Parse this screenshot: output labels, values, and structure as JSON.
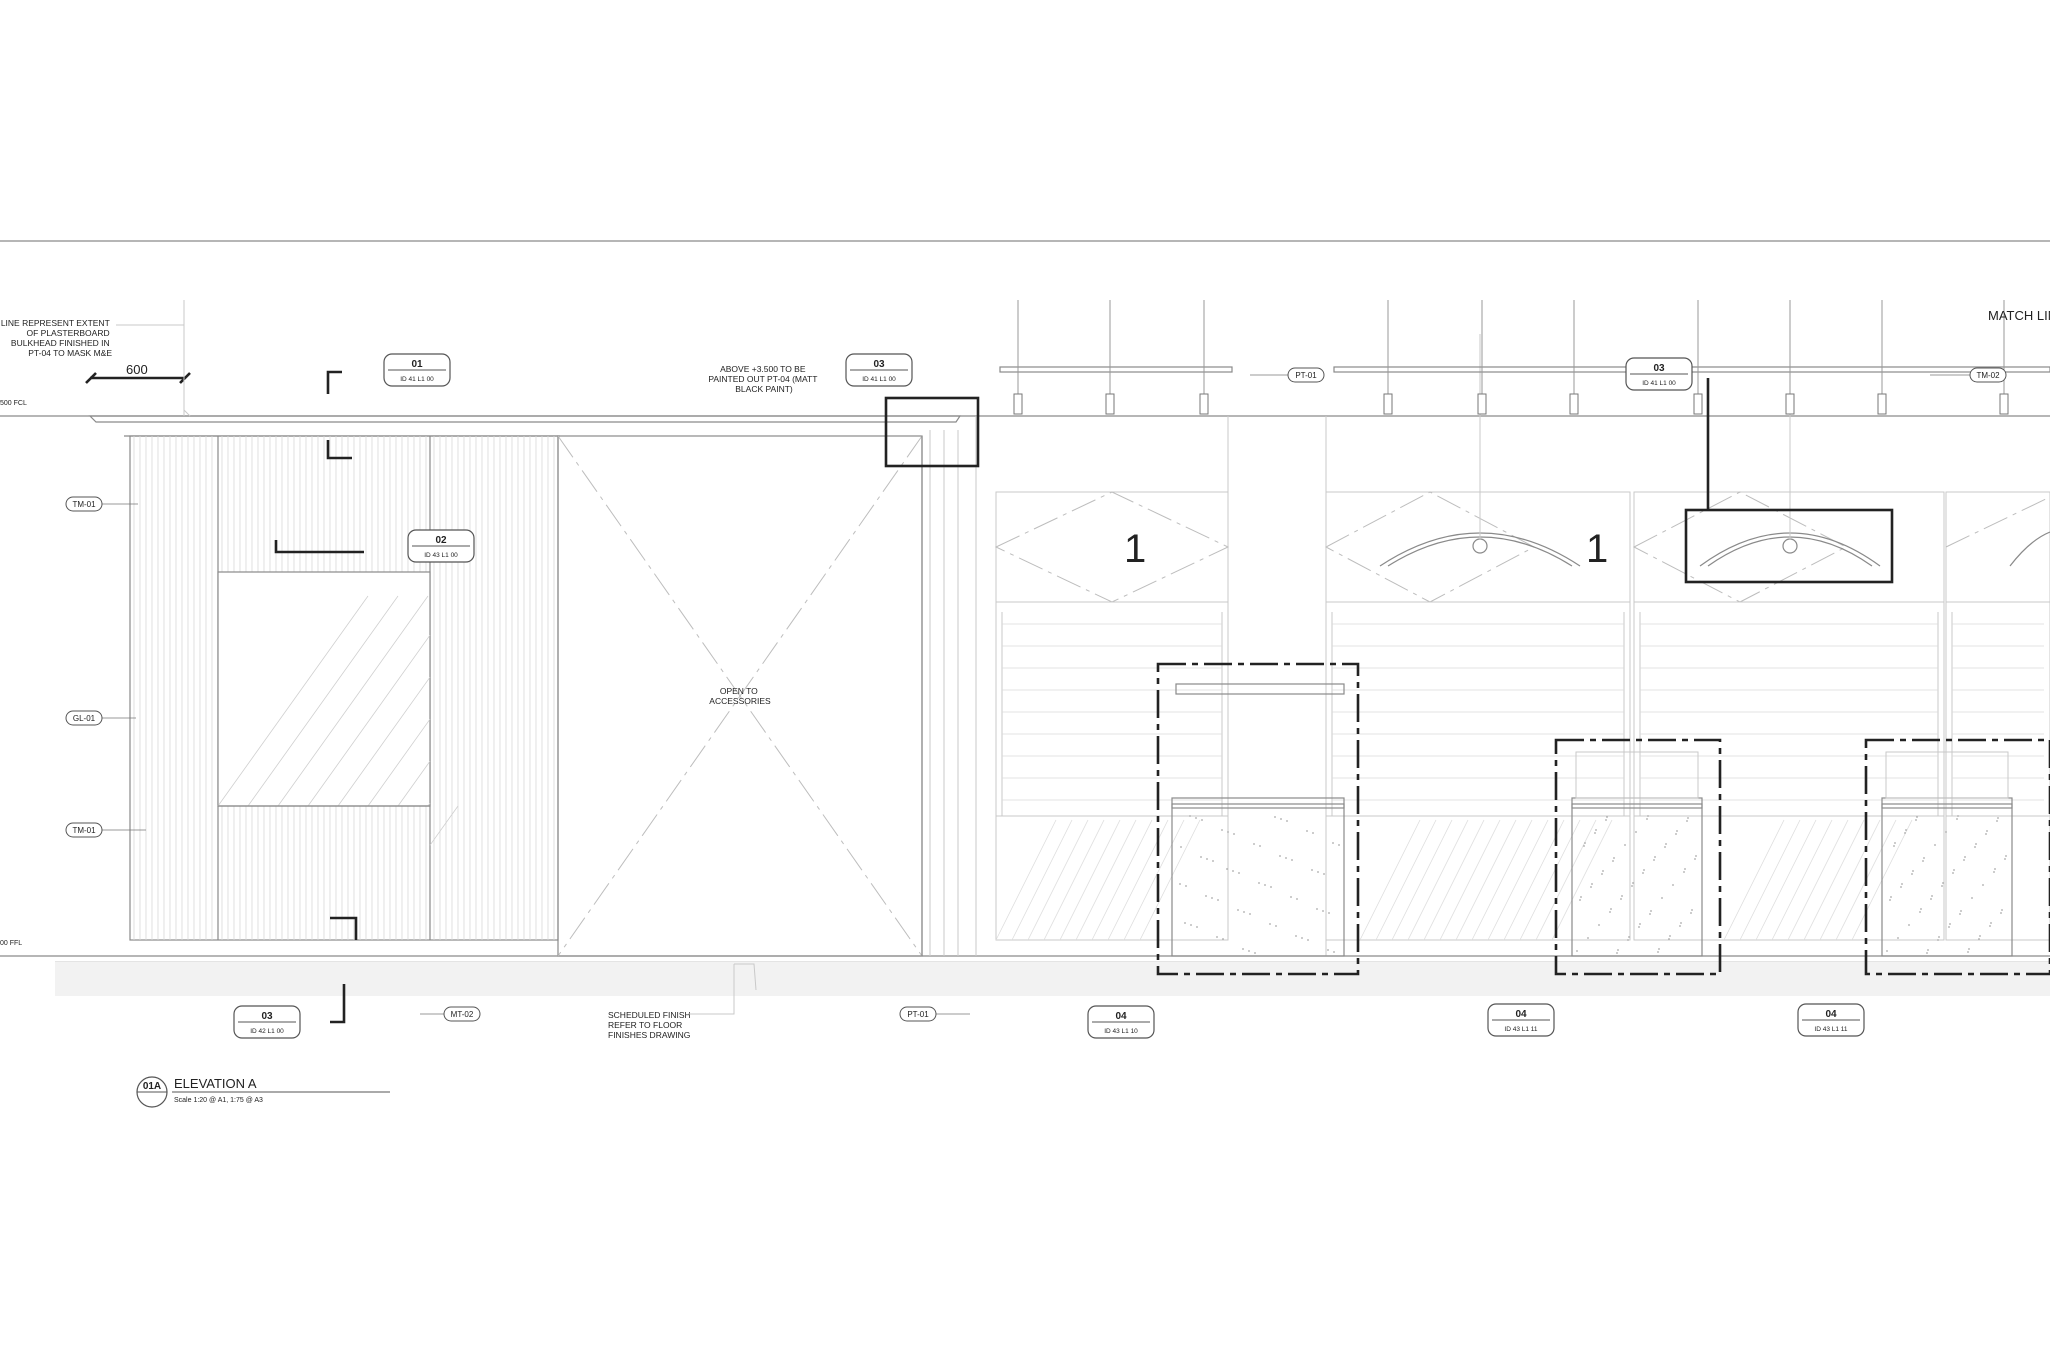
{
  "drawing": {
    "title_number": "01A",
    "title": "ELEVATION A",
    "scale": "Scale 1:20 @ A1, 1:75 @ A3",
    "match_line": "MATCH LIN",
    "dimension": "600",
    "levels": {
      "fcl": "500  FCL",
      "ffl": "00  FFL"
    }
  },
  "notes": {
    "bulkhead": [
      "LINE REPRESENT EXTENT",
      "OF PLASTERBOARD",
      "BULKHEAD FINISHED IN",
      "PT-04 TO MASK M&E"
    ],
    "above": [
      "ABOVE +3.500 TO BE",
      "PAINTED OUT PT-04 (MATT",
      "BLACK PAINT)"
    ],
    "open": [
      "OPEN TO",
      "ACCESSORIES"
    ],
    "finish": [
      "SCHEDULED FINISH",
      "REFER TO FLOOR",
      "FINISHES DRAWING"
    ]
  },
  "materials": {
    "tm01_top": "TM-01",
    "gl01": "GL-01",
    "tm01_bottom": "TM-01",
    "mt02": "MT-02",
    "pt01_bottom": "PT-01",
    "pt01_top": "PT-01",
    "tm02": "TM-02"
  },
  "tags": [
    {
      "num": "01",
      "ref": "ID 41 L1 00"
    },
    {
      "num": "02",
      "ref": "ID 43 L1 00"
    },
    {
      "num": "03",
      "ref": "ID 41 L1 00"
    },
    {
      "num": "03",
      "ref": "ID 41 L1 00"
    },
    {
      "num": "03",
      "ref": "ID 42 L1 00"
    },
    {
      "num": "04",
      "ref": "ID 43 L1 10"
    },
    {
      "num": "04",
      "ref": "ID 43 L1 11"
    },
    {
      "num": "04",
      "ref": "ID 43 L1 11"
    }
  ]
}
